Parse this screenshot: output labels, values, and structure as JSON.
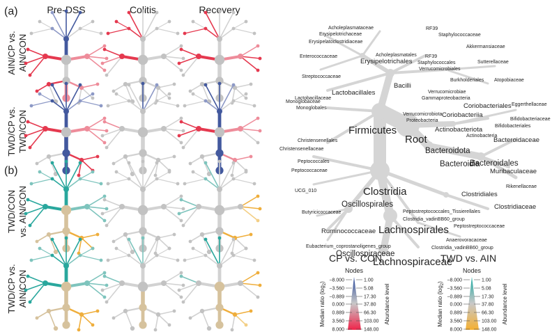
{
  "panel_labels": {
    "a": "(a)",
    "b": "(b)"
  },
  "columns": [
    "Pre-DSS",
    "Colitis",
    "Recovery"
  ],
  "rows": [
    {
      "label_lines": [
        "AIN/CP vs.",
        "AIN/CON"
      ],
      "palette": "cp"
    },
    {
      "label_lines": [
        "TWD/CP vs.",
        "TWD/CON"
      ],
      "palette": "cp"
    },
    {
      "label_lines": [
        "TWD/CON",
        "vs. AIN/CON"
      ],
      "palette": "twd"
    },
    {
      "label_lines": [
        "TWD/CP vs.",
        "AIN/CON"
      ],
      "palette": "twd"
    }
  ],
  "taxa_labels": [
    {
      "text": "Acholeplasmataceae",
      "size": "s"
    },
    {
      "text": "Erysipelotrichaceae",
      "size": "s"
    },
    {
      "text": "RF39",
      "size": "s"
    },
    {
      "text": "Staphylococcaceae",
      "size": "s"
    },
    {
      "text": "Erysipelatoclostridiaceae",
      "size": "s"
    },
    {
      "text": "Akkermansiaceae",
      "size": "s"
    },
    {
      "text": "Enterococcaceae",
      "size": "s"
    },
    {
      "text": "Acholeplasmatales",
      "size": "s"
    },
    {
      "text": "RF39",
      "size": "s"
    },
    {
      "text": "Erysipelotrichales",
      "size": "m"
    },
    {
      "text": "Staphylococcales",
      "size": "s"
    },
    {
      "text": "Sutterellaceae",
      "size": "s"
    },
    {
      "text": "Verrucomicrobiales",
      "size": "s"
    },
    {
      "text": "Streptococcaceae",
      "size": "s"
    },
    {
      "text": "Burkholderiales",
      "size": "s"
    },
    {
      "text": "Atopobiaceae",
      "size": "s"
    },
    {
      "text": "Bacilli",
      "size": "m"
    },
    {
      "text": "Lactobacillales",
      "size": "m"
    },
    {
      "text": "Verrucomicrobiae",
      "size": "s"
    },
    {
      "text": "Lactobacillaceae",
      "size": "s"
    },
    {
      "text": "Gammaproteobacteria",
      "size": "s"
    },
    {
      "text": "Coriobacteriales",
      "size": "m"
    },
    {
      "text": "Eggerthellaceae",
      "size": "s"
    },
    {
      "text": "Coriobacteriia",
      "size": "m"
    },
    {
      "text": "Verrucomicrobiota",
      "size": "s"
    },
    {
      "text": "Proteobacteria",
      "size": "s"
    },
    {
      "text": "Monoglobaceae",
      "size": "s"
    },
    {
      "text": "Bifidobacteriaceae",
      "size": "s"
    },
    {
      "text": "Monoglobales",
      "size": "s"
    },
    {
      "text": "Actinobacteriota",
      "size": "m"
    },
    {
      "text": "Bifidobacteriales",
      "size": "s"
    },
    {
      "text": "Actinobacteria",
      "size": "s"
    },
    {
      "text": "Firmicutes",
      "size": "xl"
    },
    {
      "text": "Root",
      "size": "xl"
    },
    {
      "text": "Bacteroidaceae",
      "size": "m"
    },
    {
      "text": "Christensenellales",
      "size": "s"
    },
    {
      "text": "Bacteroidota",
      "size": "l"
    },
    {
      "text": "Christensenellaceae",
      "size": "s"
    },
    {
      "text": "Bacteroidia",
      "size": "l"
    },
    {
      "text": "Bacteroidales",
      "size": "l"
    },
    {
      "text": "Peptococcales",
      "size": "s"
    },
    {
      "text": "Muribaculaceae",
      "size": "m"
    },
    {
      "text": "Peptococcaceae",
      "size": "s"
    },
    {
      "text": "Rikenellaceae",
      "size": "s"
    },
    {
      "text": "UCG_010",
      "size": "s"
    },
    {
      "text": "Clostridia",
      "size": "xl"
    },
    {
      "text": "Clostridiales",
      "size": "m"
    },
    {
      "text": "Peptostreptococcales_Tissierellales",
      "size": "s"
    },
    {
      "text": "Oscillospirales",
      "size": "l"
    },
    {
      "text": "Clostridiaceae",
      "size": "m"
    },
    {
      "text": "Butyricicoccaceae",
      "size": "s"
    },
    {
      "text": "Clostridia_vadinBB60_group",
      "size": "s"
    },
    {
      "text": "Lachnospirales",
      "size": "xl"
    },
    {
      "text": "Peptostreptococcaceae",
      "size": "s"
    },
    {
      "text": "Ruminococcaceae",
      "size": "m"
    },
    {
      "text": "Anaerovoracaceae",
      "size": "s"
    },
    {
      "text": "Eubacterium_coprostanoligenes_group",
      "size": "s"
    },
    {
      "text": "Oscillospiraceae",
      "size": "l"
    },
    {
      "text": "Clostridia_vadinBB60_group",
      "size": "s"
    },
    {
      "text": "Lachnospiraceae",
      "size": "xl"
    }
  ],
  "legends": [
    {
      "title": "CP vs. CON",
      "nodes_title": "Nodes",
      "ratio_axis": "Median ratio (log",
      "ratio_sub": "2",
      "ratio_close": ")",
      "abundance_axis": "Abundance level",
      "ratio_ticks": [
        "−8.000",
        "−3.560",
        "−0.889",
        "0.000",
        "0.889",
        "3.560",
        "8.000"
      ],
      "abundance_ticks": [
        "1.00",
        "5.08",
        "17.30",
        "37.80",
        "66.30",
        "103.00",
        "148.00"
      ],
      "colors": {
        "low": "#2b4a9a",
        "mid": "#c8c8c8",
        "high": "#f0244a"
      }
    },
    {
      "title": "TWD vs. AIN",
      "nodes_title": "Nodes",
      "ratio_axis": "Median ratio (log",
      "ratio_sub": "2",
      "ratio_close": ")",
      "abundance_axis": "Abundance level",
      "ratio_ticks": [
        "−8.000",
        "−3.560",
        "−0.889",
        "0.000",
        "0.889",
        "3.560",
        "8.000"
      ],
      "abundance_ticks": [
        "1.00",
        "5.08",
        "17.30",
        "37.80",
        "66.30",
        "103.00",
        "148.00"
      ],
      "colors": {
        "low": "#1aa9a0",
        "mid": "#c8c8c8",
        "high": "#f5b031"
      }
    }
  ],
  "colors": {
    "tree_gray": "#d2d2d2",
    "node_gray": "#c2c2c2",
    "cp_neg": "#43599e",
    "cp_neg_light": "#8d99c6",
    "cp_pos": "#e5394f",
    "cp_pos_light": "#ee8c9a",
    "twd_neg": "#29a79d",
    "twd_neg_light": "#7ec4bd",
    "twd_pos": "#efae3c",
    "twd_pos_light": "#f3cf85",
    "twd_center": "#d6c29d"
  }
}
